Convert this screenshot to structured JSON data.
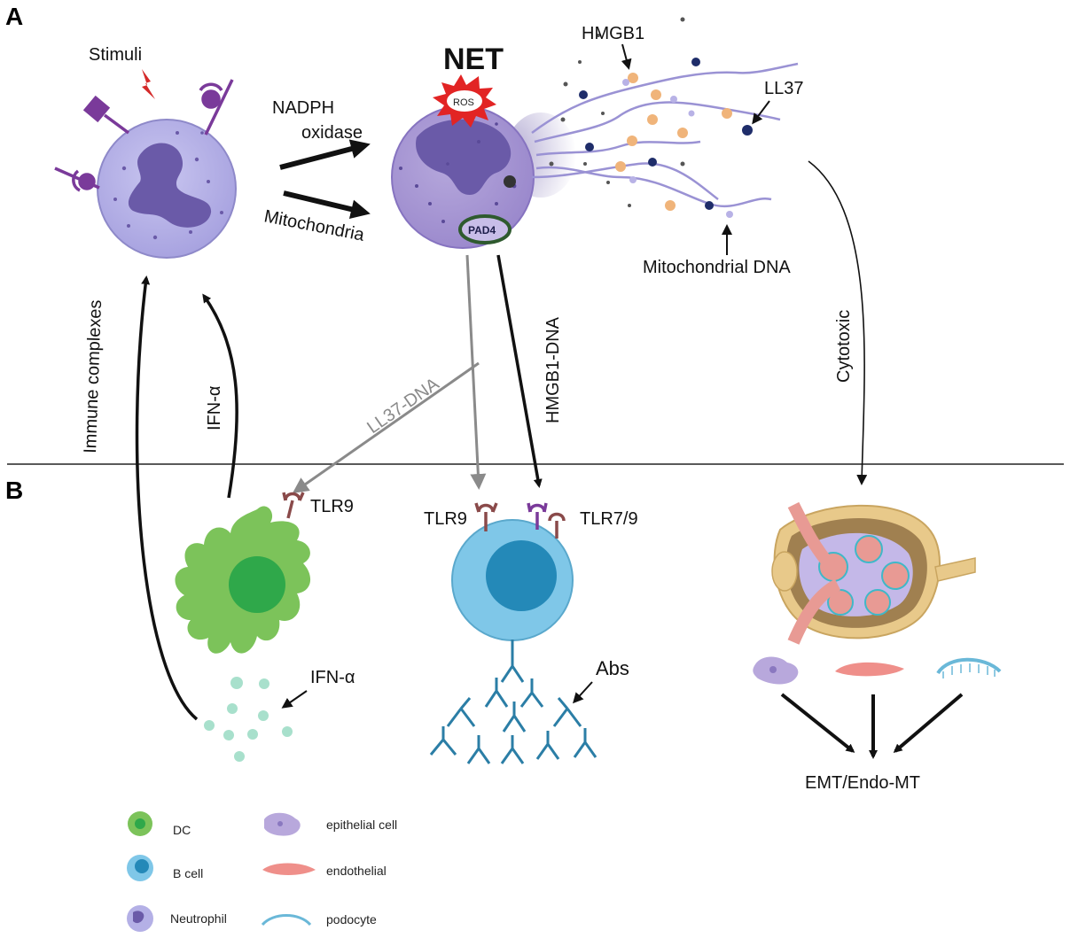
{
  "panels": {
    "a": "A",
    "b": "B"
  },
  "labels": {
    "stimuli": "Stimuli",
    "net": "NET",
    "ros": "ROS",
    "pad4": "PAD4",
    "nadph": "NADPH",
    "oxidase": "oxidase",
    "mitochondria": "Mitochondria",
    "hmgb1": "HMGB1",
    "ll37": "LL37",
    "mito_dna": "Mitochondrial DNA",
    "immune_complexes": "Immune complexes",
    "ifn_alpha_arrow": "IFN-α",
    "ll37_dna": "LL37-DNA",
    "hmgb1_dna": "HMGB1-DNA",
    "cytotoxic": "Cytotoxic",
    "tlr9_dc": "TLR9",
    "tlr9_b": "TLR9",
    "tlr79": "TLR7/9",
    "ifn_alpha_dc": "IFN-α",
    "abs": "Abs",
    "emt": "EMT/Endo-MT"
  },
  "legend": {
    "dc": "DC",
    "b_cell": "B cell",
    "neutrophil": "Neutrophil",
    "epithelial": "epithelial cell",
    "endothelial": "endothelial",
    "podocyte": "podocyte"
  },
  "colors": {
    "neutrophil_fill": "#b4b0e6",
    "nucleus": "#6a5aa8",
    "receptor": "#7a3a9a",
    "dc_green": "#7cc35a",
    "b_cell_blue": "#7fc7e8",
    "antibody": "#2b7ea6",
    "kidney_capsule": "#e8c98a",
    "tubule_pink": "#e89a94",
    "arrow_black": "#111111",
    "arrow_gray": "#8a8a8a"
  }
}
